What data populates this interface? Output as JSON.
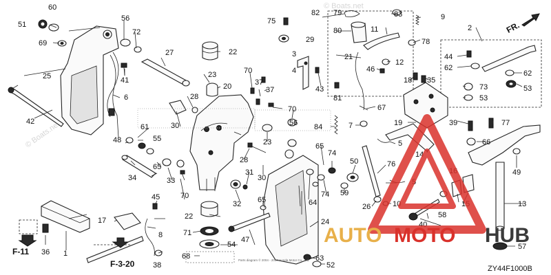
{
  "watermark": "© Boats.net",
  "logo": {
    "text_auto": "AUTO",
    "text_moto": "MOTO",
    "text_hub": "HUB",
    "color_red": "#d9312b",
    "color_gold": "#e8b04a",
    "color_dark": "#3a3a3a"
  },
  "fr_label": "FR.",
  "footer_code": "ZY44F1000B",
  "refs": {
    "f11": "F-11",
    "f320": "F-3-20"
  },
  "copyright_text": "Parts diagram © 2004 - 2017 Honda Motor Co., Ltd.",
  "labels": {
    "p1": "1",
    "p2": "2",
    "p3": "3",
    "p4": "4",
    "p5a": "5",
    "p5b": "5",
    "p6": "6",
    "p7": "7",
    "p8": "8",
    "p9": "9",
    "p10": "10",
    "p11": "11",
    "p12": "12",
    "p13": "13",
    "p14": "14",
    "p15": "15",
    "p16": "16",
    "p17": "17",
    "p18": "18",
    "p19": "19",
    "p20": "20",
    "p21": "21",
    "p22a": "22",
    "p22b": "22",
    "p23a": "23",
    "p23b": "23",
    "p24": "24",
    "p25": "25",
    "p26": "26",
    "p27": "27",
    "p28a": "28",
    "p28b": "28",
    "p29": "29",
    "p30a": "30",
    "p30b": "30",
    "p31": "31",
    "p32": "32",
    "p33": "33",
    "p34": "34",
    "p35": "35",
    "p36": "36",
    "p37a": "37",
    "p37b": "37",
    "p38": "38",
    "p39": "39",
    "p40": "40",
    "p41": "41",
    "p42": "42",
    "p43": "43",
    "p44": "44",
    "p45": "45",
    "p46": "46",
    "p47": "47",
    "p48": "48",
    "p49": "49",
    "p50": "50",
    "p51": "51",
    "p52": "52",
    "p53a": "53",
    "p53b": "53",
    "p54": "54",
    "p55": "55",
    "p56a": "56",
    "p56b": "56",
    "p57": "57",
    "p58": "58",
    "p59": "59",
    "p60": "60",
    "p61": "61",
    "p62a": "62",
    "p62b": "62",
    "p63": "63",
    "p64": "64",
    "p65a": "65",
    "p65b": "65",
    "p65c": "65",
    "p66": "66",
    "p67": "67",
    "p68": "68",
    "p69": "69",
    "p70a": "70",
    "p70b": "70",
    "p70c": "70",
    "p71": "71",
    "p72": "72",
    "p73": "73",
    "p74a": "74",
    "p74b": "74",
    "p75": "75",
    "p76": "76",
    "p77": "77",
    "p78": "78",
    "p79": "79",
    "p80": "80",
    "p81": "81",
    "p82": "82",
    "p83": "83",
    "p84": "84"
  }
}
